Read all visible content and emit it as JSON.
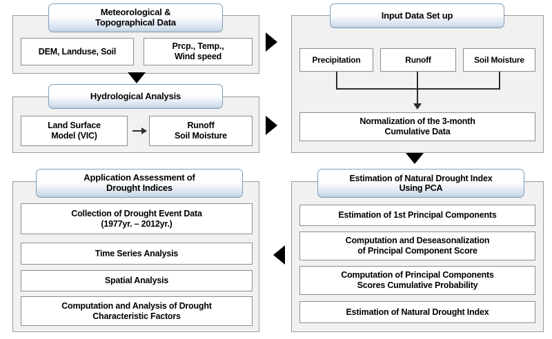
{
  "diagram": {
    "title": "Drought Index Research Flowchart",
    "colors": {
      "panel_fill": "#f1f1f1",
      "panel_border": "#9a9a9a",
      "node_fill": "#ffffff",
      "node_border": "#8c8c8c",
      "header_border": "#7f9db9",
      "header_gradient_bottom": "#b9cbdd",
      "arrow": "#000000",
      "connector": "#2b2b2b"
    }
  },
  "panels": {
    "meteorological": {
      "header": "Meteorological &\nTopographical Data",
      "header_line1": "Meteorological &",
      "header_line2": "Topographical Data",
      "nodes": [
        {
          "label": "DEM, Landuse, Soil"
        },
        {
          "label_line1": "Prcp., Temp.,",
          "label_line2": "Wind speed"
        }
      ]
    },
    "hydrological": {
      "header": "Hydrological Analysis",
      "nodes": [
        {
          "label_line1": "Land Surface",
          "label_line2": "Model (VIC)"
        },
        {
          "label_line1": "Runoff",
          "label_line2": "Soil Moisture"
        }
      ]
    },
    "input_data": {
      "header": "Input Data Set up",
      "nodes": [
        {
          "label": "Precipitation"
        },
        {
          "label": "Runoff"
        },
        {
          "label": "Soil Moisture"
        }
      ],
      "result": {
        "label_line1": "Normalization of the 3-month",
        "label_line2": "Cumulative Data"
      }
    },
    "pca": {
      "header_line1": "Estimation of Natural Drought Index",
      "header_line2": "Using PCA",
      "nodes": [
        {
          "label": "Estimation of 1st Principal Components"
        },
        {
          "label_line1": "Computation and Deseasonalization",
          "label_line2": "of Principal Component Score"
        },
        {
          "label_line1": "Computation of Principal Components",
          "label_line2": "Scores Cumulative Probability"
        },
        {
          "label": "Estimation of Natural Drought Index"
        }
      ]
    },
    "application": {
      "header_line1": "Application Assessment of",
      "header_line2": "Drought Indices",
      "nodes": [
        {
          "label_line1": "Collection of Drought Event Data",
          "label_line2": "(1977yr. – 2012yr.)"
        },
        {
          "label": "Time Series Analysis"
        },
        {
          "label": "Spatial Analysis"
        },
        {
          "label_line1": "Computation and Analysis of Drought",
          "label_line2": "Characteristic Factors"
        }
      ]
    }
  },
  "arrows": [
    {
      "name": "meteorological-to-input",
      "direction": "right"
    },
    {
      "name": "meteorological-to-hydrological",
      "direction": "down"
    },
    {
      "name": "hydrological-to-input",
      "direction": "right"
    },
    {
      "name": "input-to-pca",
      "direction": "down"
    },
    {
      "name": "pca-to-application",
      "direction": "left"
    },
    {
      "name": "land-surface-to-runoff",
      "direction": "right"
    },
    {
      "name": "input-nodes-to-normalization",
      "direction": "down"
    }
  ]
}
